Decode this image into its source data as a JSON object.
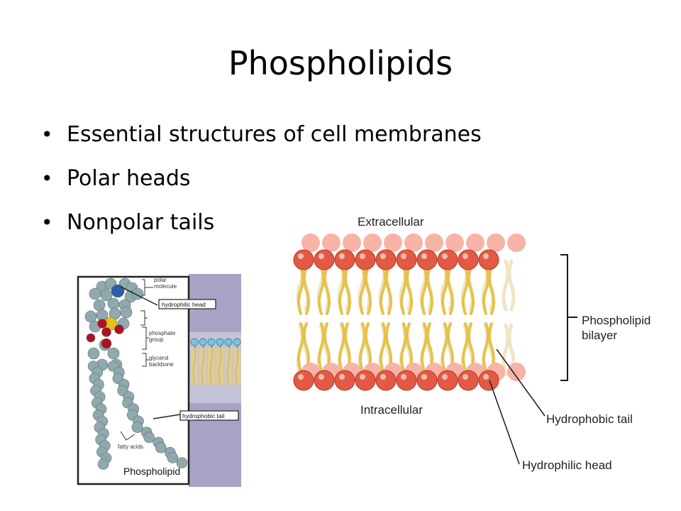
{
  "slide": {
    "title": "Phospholipids",
    "bullets": [
      "Essential structures of cell membranes",
      "Polar heads",
      "Nonpolar tails"
    ]
  },
  "molecule_diagram": {
    "labels": {
      "polar_molecule": "polar\nmolecule",
      "hydrophilic_head": "hydrophilic head",
      "phosphate_group": "phosphate\ngroup",
      "glycerol_backbone": "glycerol\nbackbone",
      "hydrophobic_tail": "hydrophobic tail",
      "fatty_acids": "fatty acids",
      "name": "Phospholipid"
    },
    "colors": {
      "atom": "#8fa9ad",
      "nitrogen": "#2d5ea8",
      "phosphorus": "#e8c018",
      "oxygen": "#b01020",
      "panel_bg": "#a7a3c4",
      "mini_head": "#7ec3d6",
      "mini_tail": "#f0cf72"
    }
  },
  "bilayer_diagram": {
    "labels": {
      "extracellular": "Extracellular",
      "intracellular": "Intracellular",
      "bilayer": "Phospholipid\nbilayer",
      "tail": "Hydrophobic tail",
      "head": "Hydrophilic head"
    },
    "colors": {
      "head": "#e25a45",
      "head_light": "#f6b3a6",
      "tail": "#e6c24c",
      "tail_back": "#efe5c6",
      "line": "#1a1a1a"
    }
  }
}
